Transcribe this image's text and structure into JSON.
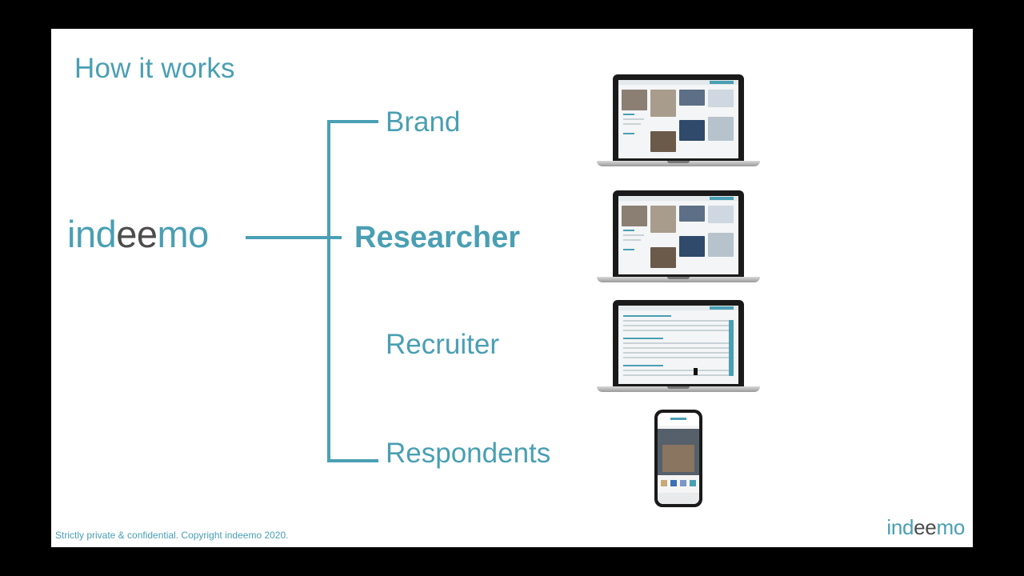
{
  "slide": {
    "title": "How it works",
    "logo": {
      "part1": "ind",
      "part2": "ee",
      "part3": "mo"
    },
    "roles": [
      {
        "label": "Brand"
      },
      {
        "label": "Researcher"
      },
      {
        "label": "Recruiter"
      },
      {
        "label": "Respondents"
      }
    ],
    "footer": "Strictly private & confidential. Copyright indeemo 2020.",
    "footer_logo": {
      "part1": "ind",
      "part2": "ee",
      "part3": "mo"
    }
  },
  "colors": {
    "accent": "#4a9fb3",
    "logo_dark": "#4d4d4d",
    "background": "#ffffff",
    "letterbox": "#000000"
  },
  "devices": [
    {
      "kind": "laptop",
      "content": "media-gallery"
    },
    {
      "kind": "laptop",
      "content": "media-gallery"
    },
    {
      "kind": "laptop",
      "content": "participant-table"
    },
    {
      "kind": "phone",
      "content": "mobile-app-feed"
    }
  ]
}
